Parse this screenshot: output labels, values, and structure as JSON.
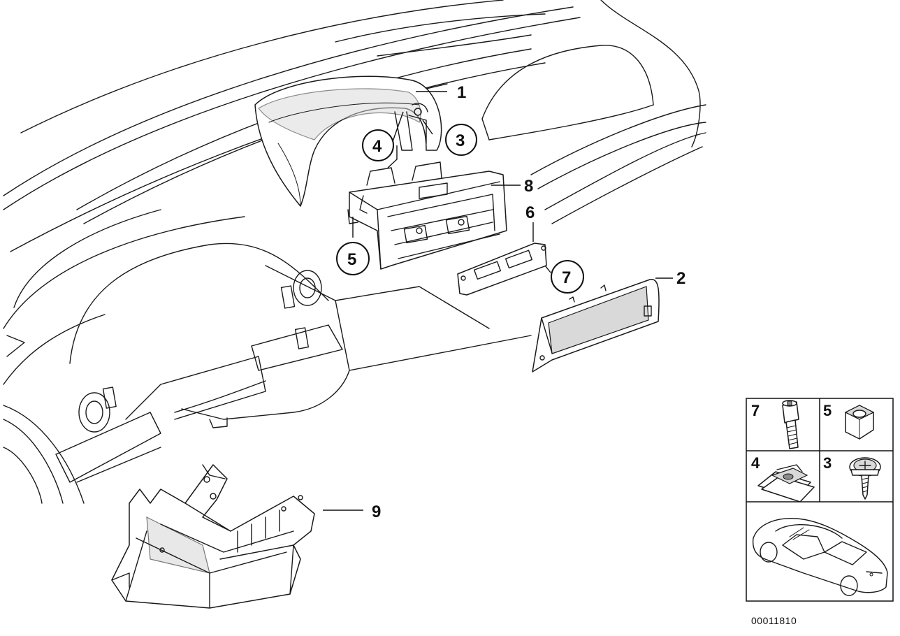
{
  "callouts": {
    "c1": "1",
    "c2": "2",
    "c3": "3",
    "c4": "4",
    "c5": "5",
    "c6": "6",
    "c7": "7",
    "c8": "8",
    "c9": "9"
  },
  "legend": {
    "cell_7": "7",
    "cell_5": "5",
    "cell_4": "4",
    "cell_3": "3"
  },
  "diagram_code": "00011810"
}
